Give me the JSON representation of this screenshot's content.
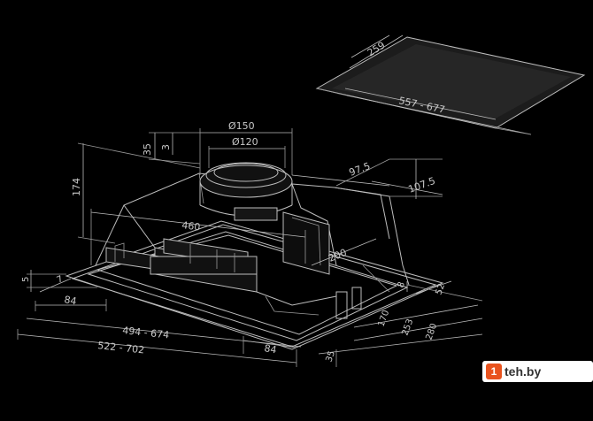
{
  "diagram": {
    "filter_dims": {
      "depth": "259",
      "width": "557 - 677"
    },
    "duct_dims": {
      "outer_diameter": "Ø150",
      "inner_diameter": "Ø120",
      "collar": "35",
      "collar_gap": "3"
    },
    "body_dims": {
      "height": "174",
      "side_depth_a": "97.5",
      "side_depth_b": "107.5",
      "motor_width": "460",
      "motor_depth": "200",
      "flange_thickness": "5",
      "flange_lip": "7",
      "left_offset": "84",
      "inner_width": "494 - 674",
      "outer_width": "522 - 702",
      "right_offset": "84",
      "depth_edge": "8",
      "depth_small": "52",
      "depth_170": "170",
      "depth_253": "253",
      "depth_280": "280",
      "front_edge": "35"
    }
  },
  "watermark": {
    "badge": "1",
    "text": "teh.by"
  }
}
